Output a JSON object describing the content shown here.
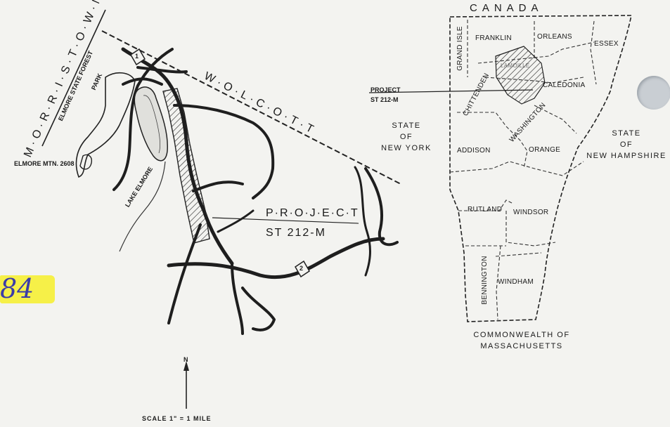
{
  "locator_map": {
    "country_label": "CANADA",
    "counties": {
      "franklin": "FRANKLIN",
      "orleans": "ORLEANS",
      "essex": "ESSEX",
      "grand_isle": "GRAND ISLE",
      "lamoille": "LAMOILLE",
      "chittenden": "CHITTENDEN",
      "caledonia": "CALEDONIA",
      "washington": "WASHINGTON",
      "addison": "ADDISON",
      "orange": "ORANGE",
      "rutland": "RUTLAND",
      "windsor": "WINDSOR",
      "bennington": "BENNINGTON",
      "windham": "WINDHAM"
    },
    "project_pointer": {
      "line1": "PROJECT",
      "line2": "ST 212-M"
    },
    "state_new_york": [
      "STATE",
      "OF",
      "NEW YORK"
    ],
    "state_new_hampshire": [
      "STATE",
      "OF",
      "NEW HAMPSHIRE"
    ],
    "state_massachusetts": [
      "COMMONWEALTH OF",
      "MASSACHUSETTS"
    ]
  },
  "vicinity_map": {
    "town_morristown": "M·O·R·R·I·S·T·O·W·N",
    "town_wolcott": "W·O·L·C·O·T·T",
    "forest_line1": "ELMORE STATE FOREST",
    "forest_line2": "PARK",
    "mountain": "ELMORE MTN. 2608",
    "lake": "LAKE ELMORE",
    "project_line1": "P·R·O·J·E·C·T",
    "project_line2": "ST 212-M",
    "route_shields": [
      "1",
      "2"
    ],
    "scale": "SCALE 1\" = 1 MILE",
    "north_arrow_letter": "N"
  },
  "annotation": {
    "handwritten": "84",
    "highlight_color": "#f6ee2a",
    "ink_color": "#3c3ca8"
  }
}
